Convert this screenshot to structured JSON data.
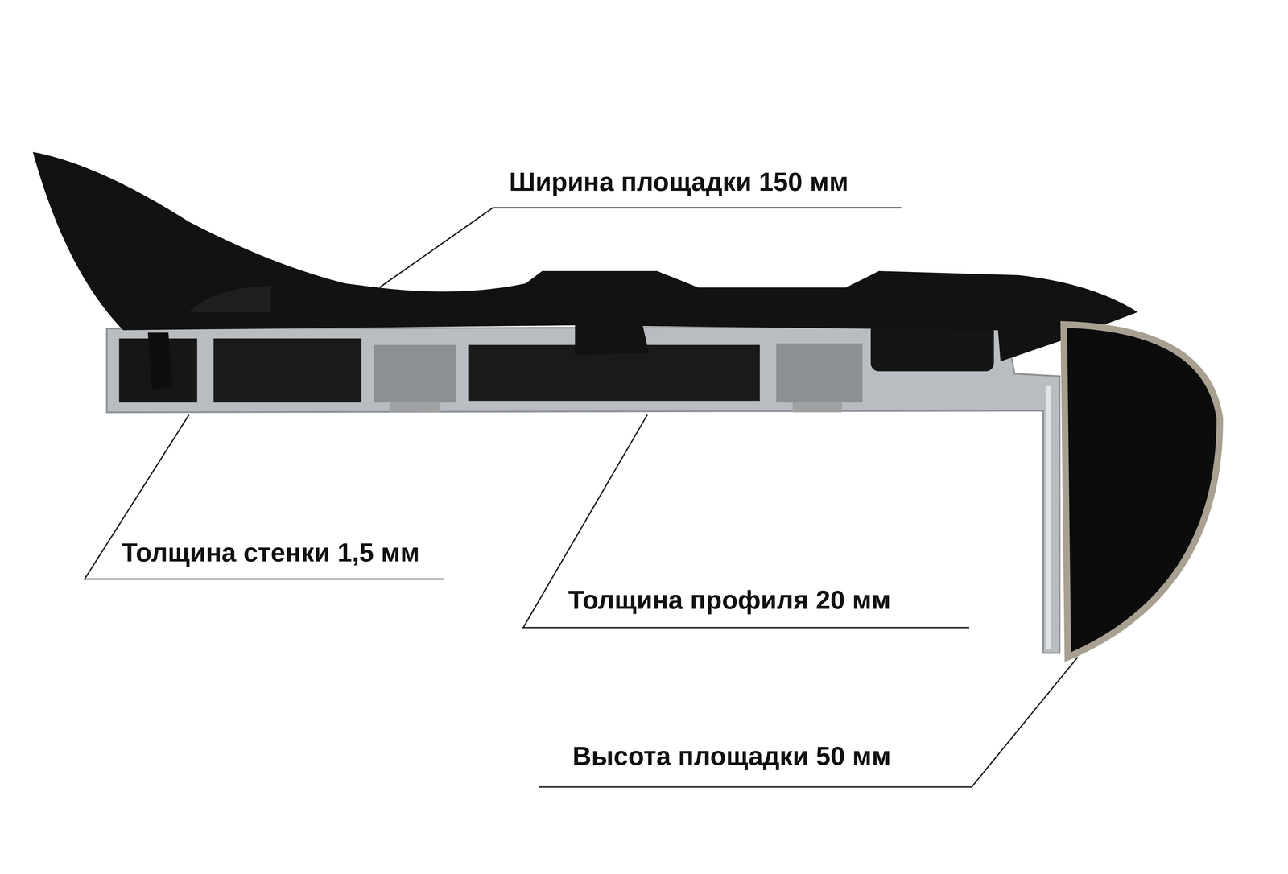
{
  "diagram": {
    "labels": [
      "Ширина площадки 150 мм",
      "Толщина стенки 1,5 мм",
      "Толщина профиля 20 мм",
      "Высота площадки 50 мм"
    ]
  }
}
